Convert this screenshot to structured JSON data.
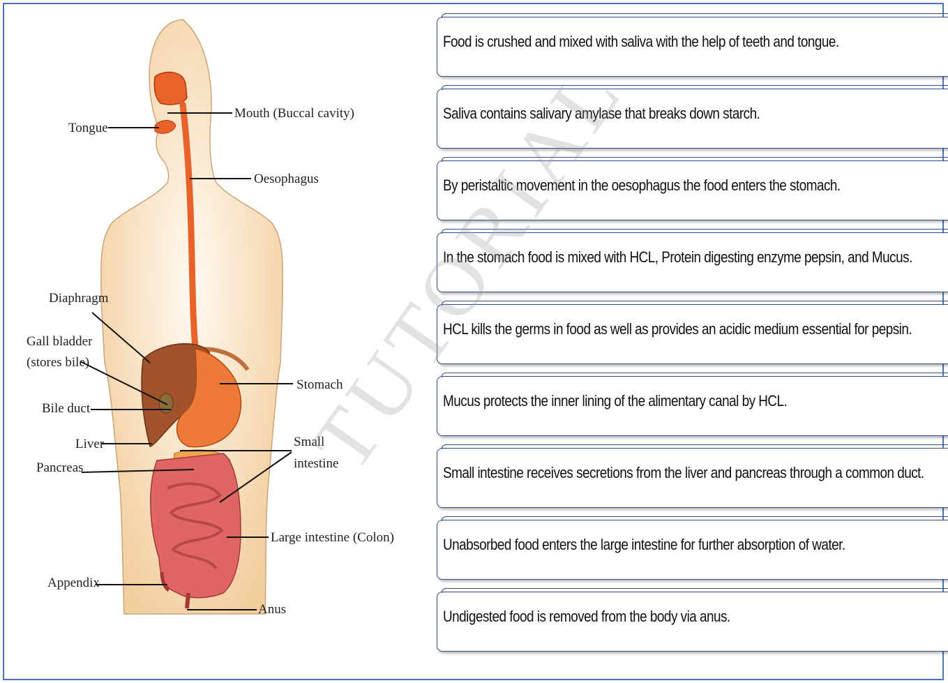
{
  "diagram": {
    "labels": {
      "tongue": "Tongue",
      "mouth": "Mouth (Buccal cavity)",
      "oesophagus": "Oesophagus",
      "diaphragm": "Diaphragm",
      "gall_bladder_1": "Gall bladder",
      "gall_bladder_2": "(stores bile)",
      "stomach": "Stomach",
      "bile_duct": "Bile duct",
      "liver": "Liver",
      "small_intestine_1": "Small",
      "small_intestine_2": "intestine",
      "pancreas": "Pancreas",
      "large_intestine": "Large intestine (Colon)",
      "appendix": "Appendix",
      "anus": "Anus"
    }
  },
  "steps": [
    "Food is crushed and mixed with saliva with the help of teeth and tongue.",
    "Saliva contains salivary amylase that breaks down starch.",
    "By peristaltic movement in the oesophagus the food enters the stomach.",
    "In the stomach food is mixed with HCL, Protein digesting enzyme pepsin, and Mucus.",
    "HCL kills the germs in food as well as provides an acidic medium essential for pepsin.",
    "Mucus protects the inner lining of the alimentary canal by HCL.",
    "Small intestine receives secretions from the liver and pancreas through a common duct.",
    "Unabsorbed food enters the large intestine for further absorption of water.",
    "Undigested food is removed from the body via anus."
  ],
  "watermark": "TUTORIAL",
  "colors": {
    "border": "#4a74b4",
    "body_skin": "#f7dcb8",
    "tract": "#e8622a",
    "liver": "#a0522d",
    "intestine": "#e06666"
  }
}
